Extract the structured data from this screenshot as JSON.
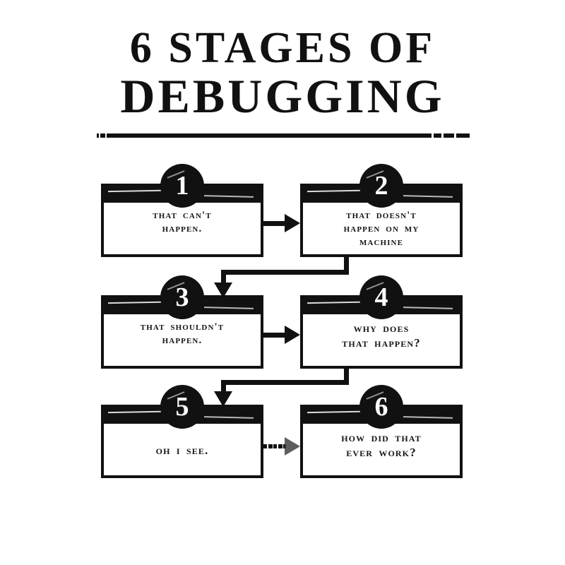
{
  "poster": {
    "title_line1": "6 STAGES OF",
    "title_line2": "DEBUGGING",
    "background_color": "#ffffff",
    "ink_color": "#111111"
  },
  "diagram": {
    "type": "flowchart",
    "style": "grunge / distressed letterpress",
    "layout": "3 rows x 2 columns, serpentine left-to-right then down",
    "stages": [
      {
        "number": "1",
        "text": "That can't happen.",
        "lines": [
          "That can't",
          "happen."
        ]
      },
      {
        "number": "2",
        "text": "That doesn't happen on my machine",
        "lines": [
          "That doesn't",
          "happen on my",
          "machine"
        ]
      },
      {
        "number": "3",
        "text": "That shouldn't happen.",
        "lines": [
          "That shouldn't",
          "happen."
        ]
      },
      {
        "number": "4",
        "text": "Why does that happen?",
        "lines": [
          "Why does",
          "that happen?"
        ]
      },
      {
        "number": "5",
        "text": "Oh I see.",
        "lines": [
          "Oh I see."
        ]
      },
      {
        "number": "6",
        "text": "How did that ever work?",
        "lines": [
          "How did that",
          "ever work?"
        ]
      }
    ],
    "connectors": [
      {
        "from": "1",
        "to": "2",
        "shape": "horizontal-arrow",
        "style": "solid"
      },
      {
        "from": "2",
        "to": "3",
        "shape": "down-left-down-arrow",
        "style": "solid"
      },
      {
        "from": "3",
        "to": "4",
        "shape": "horizontal-arrow",
        "style": "solid"
      },
      {
        "from": "4",
        "to": "5",
        "shape": "down-left-down-arrow",
        "style": "solid"
      },
      {
        "from": "5",
        "to": "6",
        "shape": "horizontal-arrow",
        "style": "faded-distressed"
      }
    ]
  }
}
